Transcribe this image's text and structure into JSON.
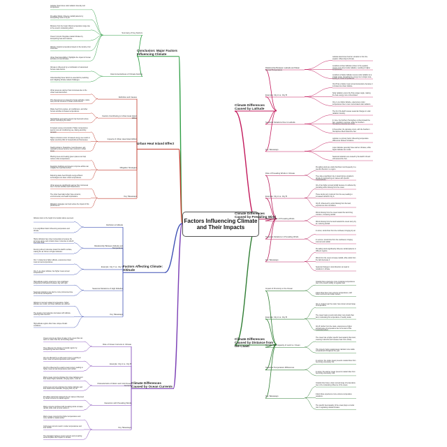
{
  "root": "Factors Influencing Climate and Their Impacts",
  "branches": [
    {
      "label": "Conclusion: Major Factors Influencing Climate",
      "color": "#2e9e44",
      "children": [
        {
          "label": "Summary of Key Factors",
          "children": [
            "Latitude: Determines solar radiation intensity and temperature.",
            "Prevailing Winds: Influence rainfall patterns by transporting moist or dry air.",
            "Distance from the Coast: Affects temperature range due to the ocean's moderating effect.",
            "Ocean Currents: Regulate coastal climates by transporting heat and moisture.",
            "Altitude: Impacts temperature based on the density of air molecules.",
            "Urban Heat Island Effect: Highlights the impact of human activities on local climates."
          ]
        },
        {
          "label": "Interconnectedness of Climate Factors",
          "children": [
            "Climate is influenced by a combination of natural and human-made factors.",
            "Understanding these factors is essential for predicting and mitigating climate-related challenges."
          ]
        }
      ]
    },
    {
      "label": "Urban Heat Island Effect",
      "color": "#c0392b",
      "children": [
        {
          "label": "Definition and Causes",
          "children": [
            "Urban areas are warmer than rural areas due to the urban heat island effect.",
            "This phenomenon is caused by human activities, waste heat, and the structure of urban environments."
          ]
        },
        {
          "label": "Factors Contributing to Urban Heat Island Effect",
          "children": [
            "Waste heat from engines, air conditioners, and other human activities increases temperatures.",
            "Tall buildings and narrow streets trap heat and reduce airflow, intensifying the effect."
          ]
        },
        {
          "label": "Impacts of Urban Heat Island Effect",
          "children": [
            "Increased energy consumption: Higher temperatures lead to more air conditioning use, raising electricity demand.",
            "Higher emissions costs: Increased energy use results in higher electricity bills for households and businesses.",
            "Health problems: Heatstroke, heart illnesses, and respiratory issues become more common in urban areas."
          ]
        },
        {
          "label": "Mitigation Strategies",
          "children": [
            "Planting trees and creating green spaces can help reduce urban temperatures.",
            "Designing buildings and streets to improve airflow can mitigate the heat island effect.",
            "Reducing waste heat through energy-efficient technologies can lower urban temperatures."
          ]
        },
        {
          "label": "Key Takeaways",
          "children": [
            "Urban areas are significantly warmer than rural areas due to human activities and infrastructure.",
            "The urban heat island effect has economic, environmental, and health implications.",
            "Mitigation strategies can help reduce the impact of this phenomenon."
          ]
        }
      ]
    },
    {
      "label": "Factors Affecting Climate: Altitude",
      "color": "#3f51b5",
      "children": [
        {
          "label": "Definition of Altitude",
          "children": [
            "Altitude refers to the height of a location above sea level.",
            "It is a significant factor influencing temperature and climate."
          ]
        },
        {
          "label": "Relationship Between Altitude and Temperature",
          "children": [
            "Higher altitudes have lower temperatures because the air is less dense and contains fewer molecules to absorb and retain heat.",
            "Density pulls air molecules toward the Earth's surface, making the air thinner at higher altitudes."
          ]
        },
        {
          "label": "Example: City X vs. City Y",
          "children": [
            "City Y, located at a higher altitude, experiences lower mean annual temperatures.",
            "City X, at a lower altitude, has higher mean annual temperatures."
          ]
        },
        {
          "label": "Seasonal Variations of High Altitudes",
          "children": [
            "High-altitude regions experience more significant temperature fluctuations between day and night.",
            "Seasonal variations may also be more pronounced due to the thinner atmosphere."
          ]
        },
        {
          "label": "Key Takeaways",
          "children": [
            "Altitude is inversely related to temperature: higher altitudes are cooler, and lower altitudes are warmer.",
            "The density of air molecules decreases with altitude, reducing heat retention.",
            "High-altitude regions often have unique climatic conditions."
          ]
        }
      ]
    },
    {
      "label": "Climate Differences Caused by Ocean Currents",
      "color": "#7b3fb5",
      "children": [
        {
          "label": "Role of Ocean Currents in Climate",
          "children": [
            "Ocean currents are flows of water in the ocean that can warm or cooler than the surrounding water.",
            "They influence the climate of coastal regions by transporting heat and moisture."
          ]
        },
        {
          "label": "Example: City A vs. City B",
          "children": [
            "City A is affected by a cold ocean current, resulting in lower mean annual temperatures and rainfall.",
            "City B is influenced by a warm ocean current, leading to higher mean annual temperatures and rainfall."
          ]
        },
        {
          "label": "Characteristics of Warm and Cold Ocean Currents",
          "children": [
            "Warm ocean currents originate from lower latitudes and flow toward higher latitudes, bringing warm, moist air.",
            "Cold ocean currents originate from higher latitudes and flow toward lower latitudes, bringing cold, dry air."
          ]
        },
        {
          "label": "Interaction with Prevailing Winds",
          "children": [
            "Prevailing winds help transport the air masses influenced by ocean currents to coastal regions.",
            "Warm currents combined with prevailing winds increase rainfall, while cold currents reduce it."
          ]
        },
        {
          "label": "Key Takeaways",
          "children": [
            "Warm ocean currents bring higher temperatures and more rainfall to coastal areas.",
            "Cold ocean currents result in cooler temperatures and less rainfall.",
            "The interaction between ocean currents and prevailing winds amplifies their impact on climate."
          ]
        }
      ]
    },
    {
      "label": "Climate Differences Caused by Latitude",
      "color": "#c2185b",
      "children": [
        {
          "label": "Relationship Between Latitude and Mean Annual Temperature",
          "children": [
            "Latitude determines how far a location is from the equator, influencing its climate.",
            "Locations at lower latitudes (closer to the equator) receive more direct solar radiation, resulting in higher temperatures.",
            "Locations at higher latitudes receive solar radiation at a smaller angle, spreading the energy over a larger area, leading to cooler temperatures."
          ]
        },
        {
          "label": "Example: City A vs. City B",
          "children": [
            "City B has a higher mean annual temperature because it is located at a lower latitude.",
            "Solar radiation enters City B at a larger angle, making the heat energy more concentrated.",
            "City A, at a higher latitude, experiences cooler temperatures due to less concentrated solar radiation."
          ]
        },
        {
          "label": "Seasonal Variations Due to Latitude",
          "children": [
            "The tilt of the Earth causes seasonal changes in solar radiation intensity.",
            "In June, the Northern Hemisphere is tilted toward the Sun, resulting in summer, while the Southern Hemisphere experiences winter.",
            "In December, the opposite occurs, with the Southern Hemisphere tilted toward the Sun."
          ]
        },
        {
          "label": "Key Takeaways",
          "children": [
            "Latitude is a primary factor influencing temperature differences between locations.",
            "Lower latitudes generally have warmer climates, while higher latitudes are cooler.",
            "Seasonal variations are caused by the Earth's tilt and orbit around the Sun."
          ]
        }
      ]
    },
    {
      "label": "Climate Differences Caused by Prevailing Wind",
      "color": "#b71c5a",
      "children": [
        {
          "label": "Role of Prevailing Winds in Climate",
          "children": [
            "Prevailing winds are winds that blow most frequently in a specific direction in a region.",
            "They play a significant role in determining a location's climate by transporting air masses with specific characteristics."
          ]
        },
        {
          "label": "Example: City A vs. City B",
          "children": [
            "City A has higher annual rainfall because it is affected by prevailing winds blowing from the ocean.",
            "These winds carry moist air from the sea, leading to increased rainfall in City A.",
            "City B, influenced by winds blowing from the land, experiences drier conditions."
          ]
        },
        {
          "label": "Characteristics of Prevailing Winds",
          "children": [
            "Winds blowing from the ocean toward the land bring moisture, increasing rainfall.",
            "Winds blowing from the land towards the ocean carry dry air, reducing rainfall."
          ]
        },
        {
          "label": "Seasonal Variations in Prevailing Winds",
          "children": [
            "In winter, winds blow from the northeast, bringing dry air.",
            "In summer, winds blow from the southwest, bringing moist air and rainfall."
          ]
        },
        {
          "label": "Key Takeaways",
          "children": [
            "Prevailing winds significantly influence rainfall patterns in different regions.",
            "Winds from the ocean increase rainfall, while winds from the land decrease it.",
            "Seasonal changes in wind direction can lead to variations in climate."
          ]
        }
      ]
    },
    {
      "label": "Climate Differences Caused by Distance from the Coast",
      "color": "#2e7d32",
      "children": [
        {
          "label": "Impact of Proximity to the Ocean",
          "children": [
            "Coastal cities experience more moderate temperatures due to the ocean's ability to regulate heat.",
            "Inland cities have more extreme temperatures, with hotter summers and colder winters."
          ]
        },
        {
          "label": "Example: City A vs. City B",
          "children": [
            "City A, located near the coast, has a lower annual range of temperature.",
            "The ocean heats up and cools down more slowly than land, moderating the temperature of nearby areas.",
            "City B, farther from the coast, experiences a higher annual range of temperature due to the lack of this moderating effect."
          ]
        },
        {
          "label": "Specific Heat Capacity of Land vs. Ocean",
          "children": [
            "The ocean has a higher specific heat capacity than land, meaning it absorbs and releases heat more slowly.",
            "This property helps coastal areas maintain more stable temperatures throughout the year."
          ]
        },
        {
          "label": "Seasonal Temperature Differences",
          "children": [
            "In summer, the cooler ocean prevents coastal cities from becoming excessively hot.",
            "In winter, the warmer ocean prevents coastal cities from becoming excessively cold."
          ]
        },
        {
          "label": "Key Takeaways",
          "children": [
            "Coastal cities have a lower annual range of temperature due to the moderating influence of the ocean.",
            "Inland cities experience more extreme temperature variations.",
            "The specific heat capacity of the ocean plays a crucial role in regulating coastal climates."
          ]
        }
      ]
    }
  ]
}
